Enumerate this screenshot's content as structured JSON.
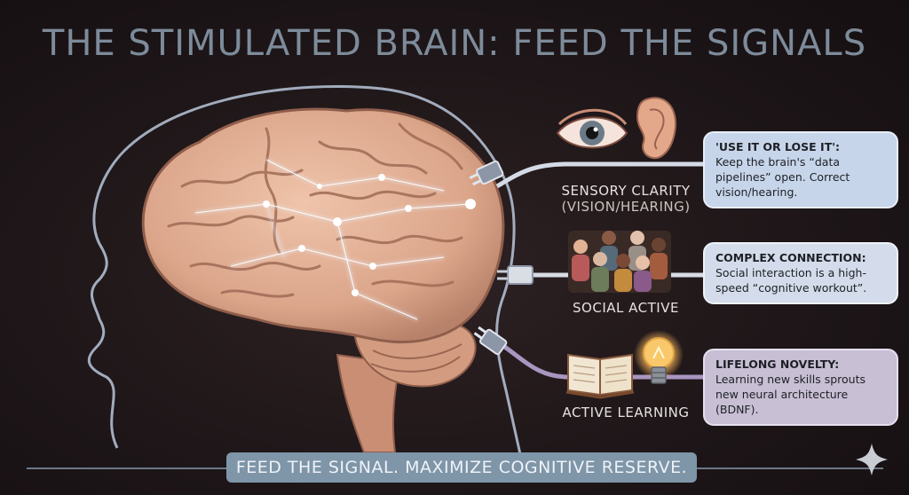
{
  "title": "THE STIMULATED BRAIN: FEED THE SIGNALS",
  "categories": [
    {
      "line1": "SENSORY CLARITY",
      "line2": "(VISION/HEARING)"
    },
    {
      "line1": "SOCIAL ACTIVE",
      "line2": ""
    },
    {
      "line1": "ACTIVE LEARNING",
      "line2": ""
    }
  ],
  "boxes": [
    {
      "heading": "'USE IT OR LOSE IT':",
      "body": "Keep the brain's “data pipelines” open. Correct vision/hearing."
    },
    {
      "heading": "COMPLEX CONNECTION:",
      "body": "Social interaction is a high-speed “cognitive workout”."
    },
    {
      "heading": "LIFELONG NOVELTY:",
      "body": "Learning new skills sprouts new neural architecture (BDNF)."
    }
  ],
  "banner": "FEED THE SIGNAL. MAXIMIZE COGNITIVE RESERVE.",
  "icons": [
    "eye-icon",
    "ear-icon",
    "people-icon",
    "book-icon",
    "lightbulb-icon",
    "plug-icon",
    "sparkle-icon"
  ],
  "colors": {
    "brain": "#e2b096",
    "glow": "#e8f2ff",
    "head_outline": "#b9c7da",
    "banner": "#7f95a8"
  }
}
